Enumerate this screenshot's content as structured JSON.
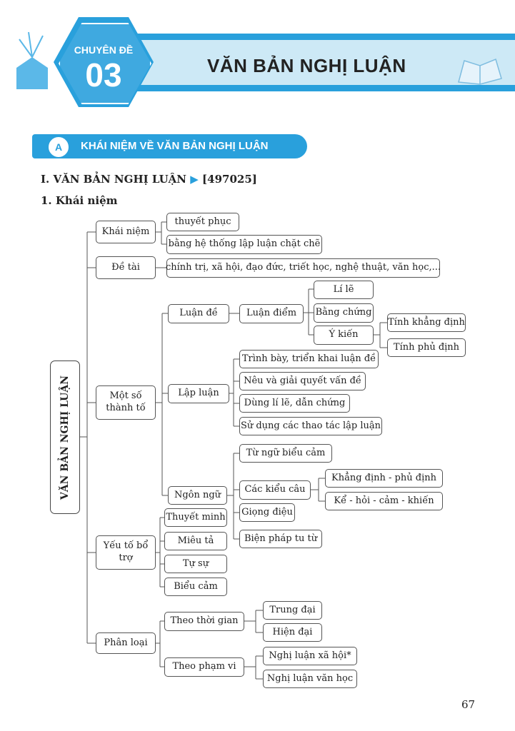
{
  "header": {
    "chapter_label": "CHUYÊN ĐỀ",
    "chapter_number": "03",
    "title": "VĂN BẢN NGHỊ LUẬN"
  },
  "section": {
    "letter": "A",
    "title": "KHÁI NIỆM VỀ VĂN BẢN NGHỊ LUẬN"
  },
  "heading1": {
    "text": "I. VĂN BẢN NGHỊ LUẬN",
    "code": "[497025]"
  },
  "heading2": "1. Khái niệm",
  "mindmap": {
    "root": "VĂN BẢN NGHỊ LUẬN",
    "khai_niem": "Khái niệm",
    "thuyet_phuc": "thuyết phục",
    "he_thong": "bằng hệ thống lập luận chặt chẽ",
    "de_tai": "Đề tài",
    "de_tai_list": "chính trị, xã hội, đạo đức, triết học, nghệ thuật, văn học,...",
    "thanh_to": "Một số thành tố",
    "luan_de": "Luận đề",
    "luan_diem": "Luận điểm",
    "li_le": "Lí lẽ",
    "bang_chung": "Bằng chứng",
    "y_kien": "Ý kiến",
    "khang_dinh": "Tính khẳng định",
    "phu_dinh": "Tính phủ định",
    "lap_luan": "Lập luận",
    "ll1": "Trình bày, triển khai luận đề",
    "ll2": "Nêu và giải quyết vấn đề",
    "ll3": "Dùng lí lẽ, dẫn chứng",
    "ll4": "Sử dụng các thao tác lập luận",
    "ngon_ngu": "Ngôn ngữ",
    "tu_ngu": "Từ ngữ biểu cảm",
    "kieu_cau": "Các kiểu câu",
    "kc1": "Khẳng định - phủ định",
    "kc2": "Kể - hỏi - cảm - khiến",
    "giong_dieu": "Giọng điệu",
    "bien_phap": "Biện pháp tu từ",
    "bo_tro": "Yếu tố bổ trợ",
    "thuyet_minh": "Thuyết minh",
    "mieu_ta": "Miêu tả",
    "tu_su": "Tự sự",
    "bieu_cam": "Biểu cảm",
    "phan_loai": "Phân loại",
    "thoi_gian": "Theo thời gian",
    "trung_dai": "Trung đại",
    "hien_dai": "Hiện đại",
    "pham_vi": "Theo phạm vi",
    "xa_hoi": "Nghị luận xã hội*",
    "van_hoc": "Nghị luận văn học"
  },
  "page_number": "67",
  "colors": {
    "accent": "#29a0dc",
    "band": "#cde9f6"
  }
}
